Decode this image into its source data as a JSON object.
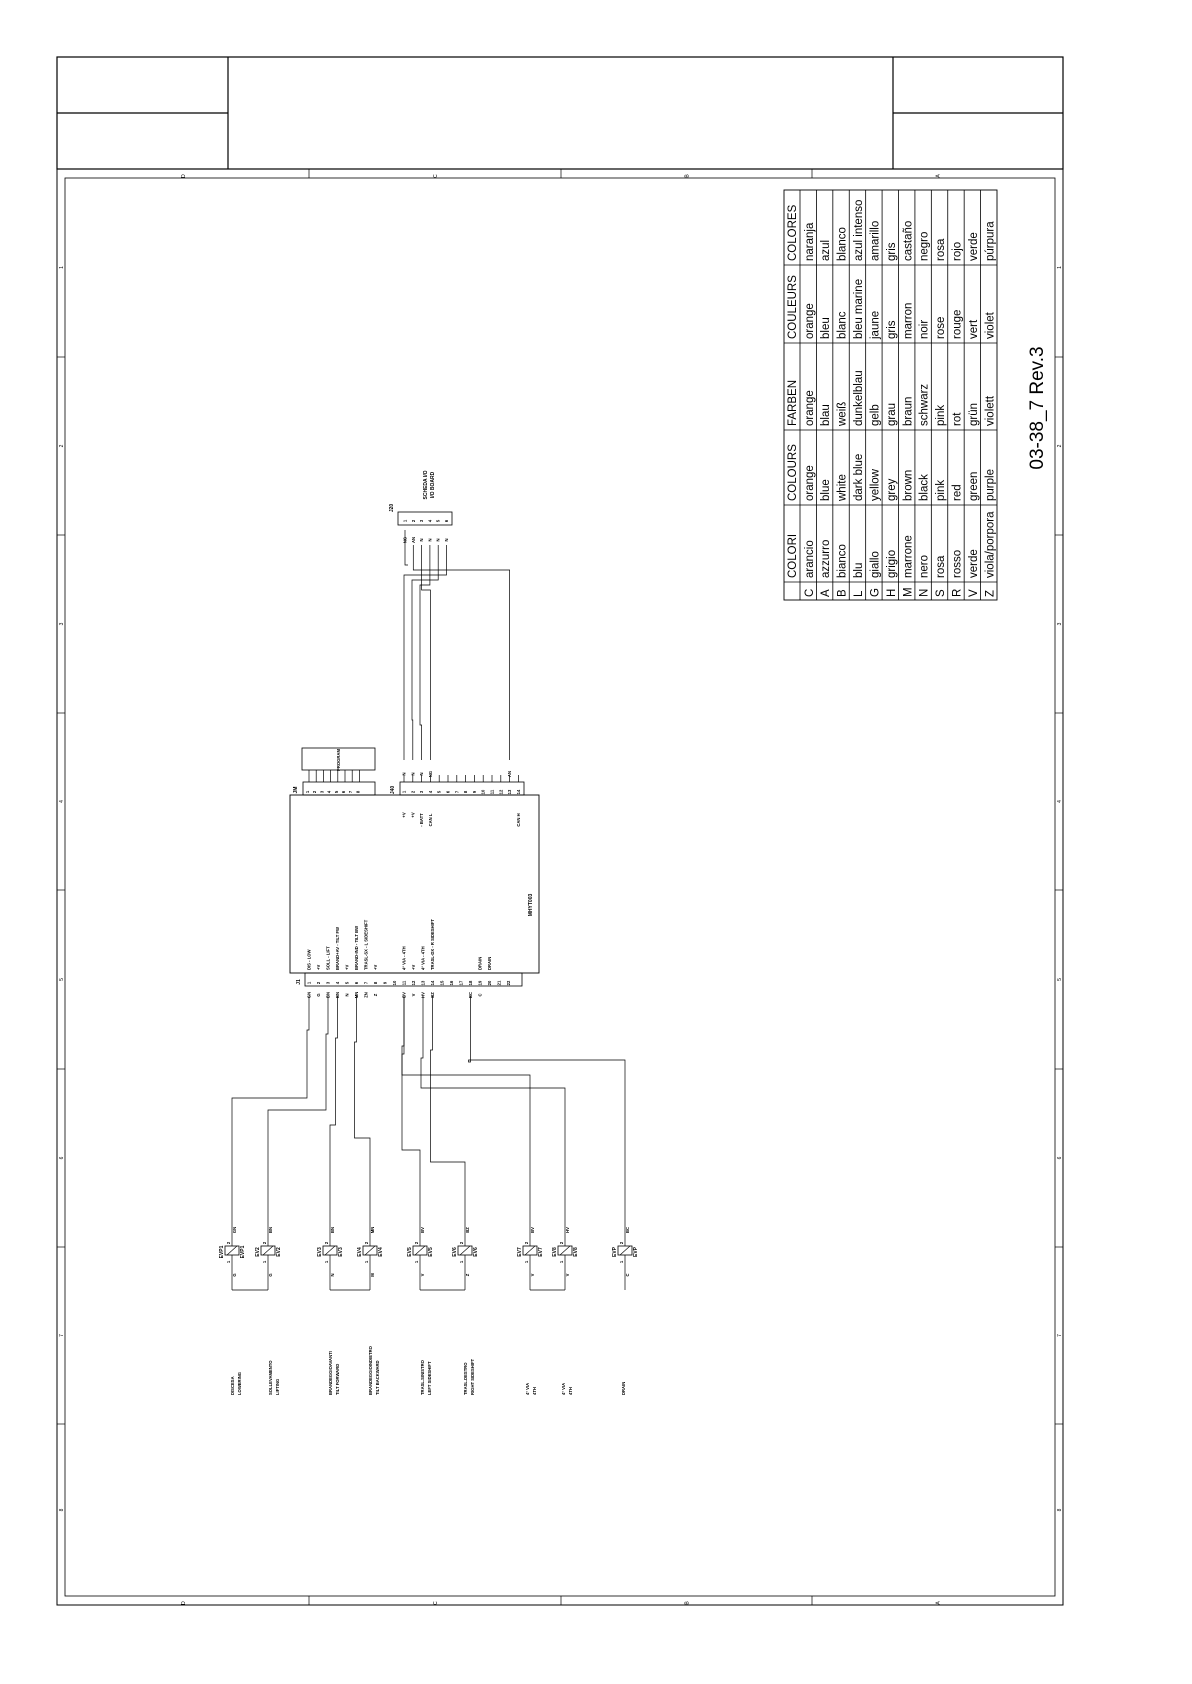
{
  "drawing": {
    "number": "03-38_7 Rev.3",
    "zone_letters": [
      "D",
      "C",
      "B",
      "A"
    ],
    "zone_numbers": [
      "1",
      "2",
      "3",
      "4",
      "5",
      "6",
      "7",
      "8"
    ]
  },
  "color_table": {
    "headers": [
      "COLORI",
      "COLOURS",
      "FARBEN",
      "COULEURS",
      "COLORES"
    ],
    "rows": [
      {
        "code": "C",
        "values": [
          "arancio",
          "orange",
          "orange",
          "orange",
          "naranja"
        ]
      },
      {
        "code": "A",
        "values": [
          "azzurro",
          "blue",
          "blau",
          "bleu",
          "azul"
        ]
      },
      {
        "code": "B",
        "values": [
          "bianco",
          "white",
          "weiß",
          "blanc",
          "blanco"
        ]
      },
      {
        "code": "L",
        "values": [
          "blu",
          "dark blue",
          "dunkelblau",
          "bleu marine",
          "azul intenso"
        ]
      },
      {
        "code": "G",
        "values": [
          "giallo",
          "yellow",
          "gelb",
          "jaune",
          "amarillo"
        ]
      },
      {
        "code": "H",
        "values": [
          "grigio",
          "grey",
          "grau",
          "gris",
          "gris"
        ]
      },
      {
        "code": "M",
        "values": [
          "marrone",
          "brown",
          "braun",
          "marron",
          "castaño"
        ]
      },
      {
        "code": "N",
        "values": [
          "nero",
          "black",
          "schwarz",
          "noir",
          "negro"
        ]
      },
      {
        "code": "S",
        "values": [
          "rosa",
          "pink",
          "pink",
          "rose",
          "rosa"
        ]
      },
      {
        "code": "R",
        "values": [
          "rosso",
          "red",
          "rot",
          "rouge",
          "rojo"
        ]
      },
      {
        "code": "V",
        "values": [
          "verde",
          "green",
          "grün",
          "vert",
          "verde"
        ]
      },
      {
        "code": "Z",
        "values": [
          "viola/porpora",
          "purple",
          "violett",
          "violet",
          "púrpura"
        ]
      }
    ]
  },
  "diagram": {
    "module_label": "MHYT003",
    "program_box_label": "PROGRAM",
    "board_label_line1": "SCHEDA I/O",
    "board_label_line2": "I/O BOARD",
    "connectors": {
      "jm": "JM",
      "j40": "J40",
      "j1": "J1",
      "j20": "J20"
    },
    "jm_pins": [
      "1",
      "2",
      "3",
      "4",
      "5",
      "6",
      "7",
      "8"
    ],
    "j40_pins": [
      "1",
      "2",
      "3",
      "4",
      "5",
      "6",
      "7",
      "8",
      "9",
      "10",
      "11",
      "12",
      "13",
      "14"
    ],
    "j40_signals": {
      "p1": "+V",
      "p2": "+V",
      "p3": "- BATT",
      "p4": "CAN L",
      "p14": "CAN H"
    },
    "j40_wires": {
      "p1": "N",
      "p2": "N",
      "p3": "N",
      "p4": "NG",
      "p13": "AN"
    },
    "j20_pins": [
      "1",
      "2",
      "3",
      "4",
      "5",
      "6"
    ],
    "j20_wires": [
      "NG",
      "AN",
      "N",
      "N",
      "N",
      "N"
    ],
    "j1_pins": [
      "1",
      "2",
      "3",
      "4",
      "5",
      "6",
      "7",
      "8",
      "9",
      "10",
      "11",
      "12",
      "13",
      "14",
      "15",
      "16",
      "17",
      "18",
      "19",
      "20",
      "21",
      "22"
    ],
    "j1_signals": {
      "p1": "DIS - LOW",
      "p2": "+V",
      "p3": "SOLL - LIFT",
      "p4": "BRAND+AV - TILT FW",
      "p5": "+V",
      "p6": "BRAND-IND - TILT BW",
      "p7": "TRASL-SX - L SIDESHIFT",
      "p8": "+V",
      "p11": "4° VIA - 4TH",
      "p12": "+V",
      "p13": "4° VIA - 4TH",
      "p14": "TRASL-DX - R SIDESHIFT",
      "p19": "DRAIN",
      "p20": "DRAIN"
    },
    "j1_wires": [
      "GN",
      "G",
      "BN",
      "BN",
      "N",
      "MN",
      "ZN",
      "Z",
      "",
      "",
      "BV",
      "V",
      "HV",
      "BZ",
      "",
      "",
      "",
      "BC",
      "C",
      "",
      "",
      ""
    ],
    "valves": [
      {
        "id": "EVP1",
        "top": "GN",
        "bot": "G",
        "p1": "1",
        "p2": "2"
      },
      {
        "id": "EV2",
        "top": "BN",
        "bot": "G",
        "p1": "1",
        "p2": "2"
      },
      {
        "id": "EV3",
        "top": "BN",
        "bot": "N",
        "p1": "1",
        "p2": "2"
      },
      {
        "id": "EV4",
        "top": "MN",
        "bot": "M",
        "p1": "1",
        "p2": "2"
      },
      {
        "id": "EV5",
        "top": "BV",
        "bot": "V",
        "p1": "1",
        "p2": "2"
      },
      {
        "id": "EV6",
        "top": "BZ",
        "bot": "Z",
        "p1": "1",
        "p2": "2"
      },
      {
        "id": "EV7",
        "top": "BV",
        "bot": "V",
        "p1": "1",
        "p2": "2"
      },
      {
        "id": "EV8",
        "top": "HV",
        "bot": "V",
        "p1": "1",
        "p2": "2"
      },
      {
        "id": "EVP",
        "top": "BC",
        "bot": "C",
        "p1": "1",
        "p2": "2"
      }
    ],
    "functions": [
      {
        "l1": "DISCESA",
        "l2": "LOWERING"
      },
      {
        "l1": "SOLLEVAMENTO",
        "l2": "LIFTING"
      },
      {
        "l1": "BRANDEGGIOAVANTI",
        "l2": "TILT FORWARD"
      },
      {
        "l1": "BRANDEGGIOINDIETRO",
        "l2": "TILT BACKWARD"
      },
      {
        "l1": "TRASL.SINISTRO",
        "l2": "LEFT SIDESHIFT"
      },
      {
        "l1": "TRASL.DESTRO",
        "l2": "RIGHT SIDESHIFT"
      },
      {
        "l1": "4° VIA",
        "l2": "4TH"
      },
      {
        "l1": "4° VIA",
        "l2": "4TH"
      },
      {
        "l1": "DRAIN",
        "l2": ""
      }
    ]
  }
}
